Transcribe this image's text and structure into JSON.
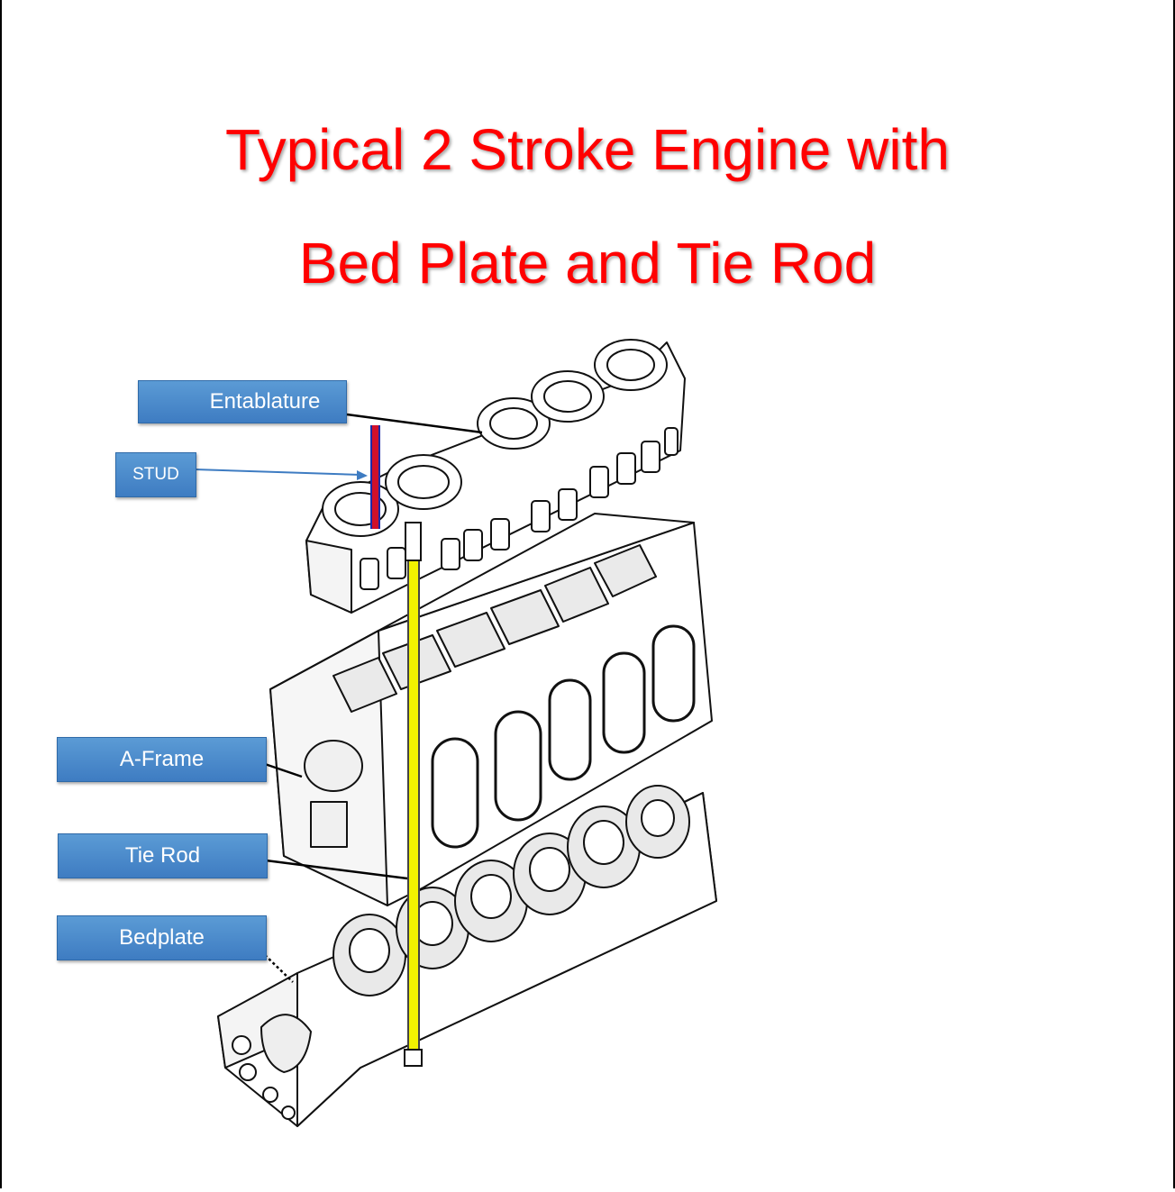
{
  "title": {
    "line1": "Typical 2 Stroke Engine with",
    "line2": "Bed Plate and Tie Rod"
  },
  "labels": {
    "entablature": "Entablature",
    "stud": "STUD",
    "a_frame": "A-Frame",
    "tie_rod": "Tie Rod",
    "bedplate": "Bedplate"
  },
  "colors": {
    "title": "#ff0000",
    "label_bg": "#4a8ad0",
    "stud": "#d0102a",
    "stud_edge": "#1b2aa8",
    "tie_rod": "#f2f200"
  }
}
